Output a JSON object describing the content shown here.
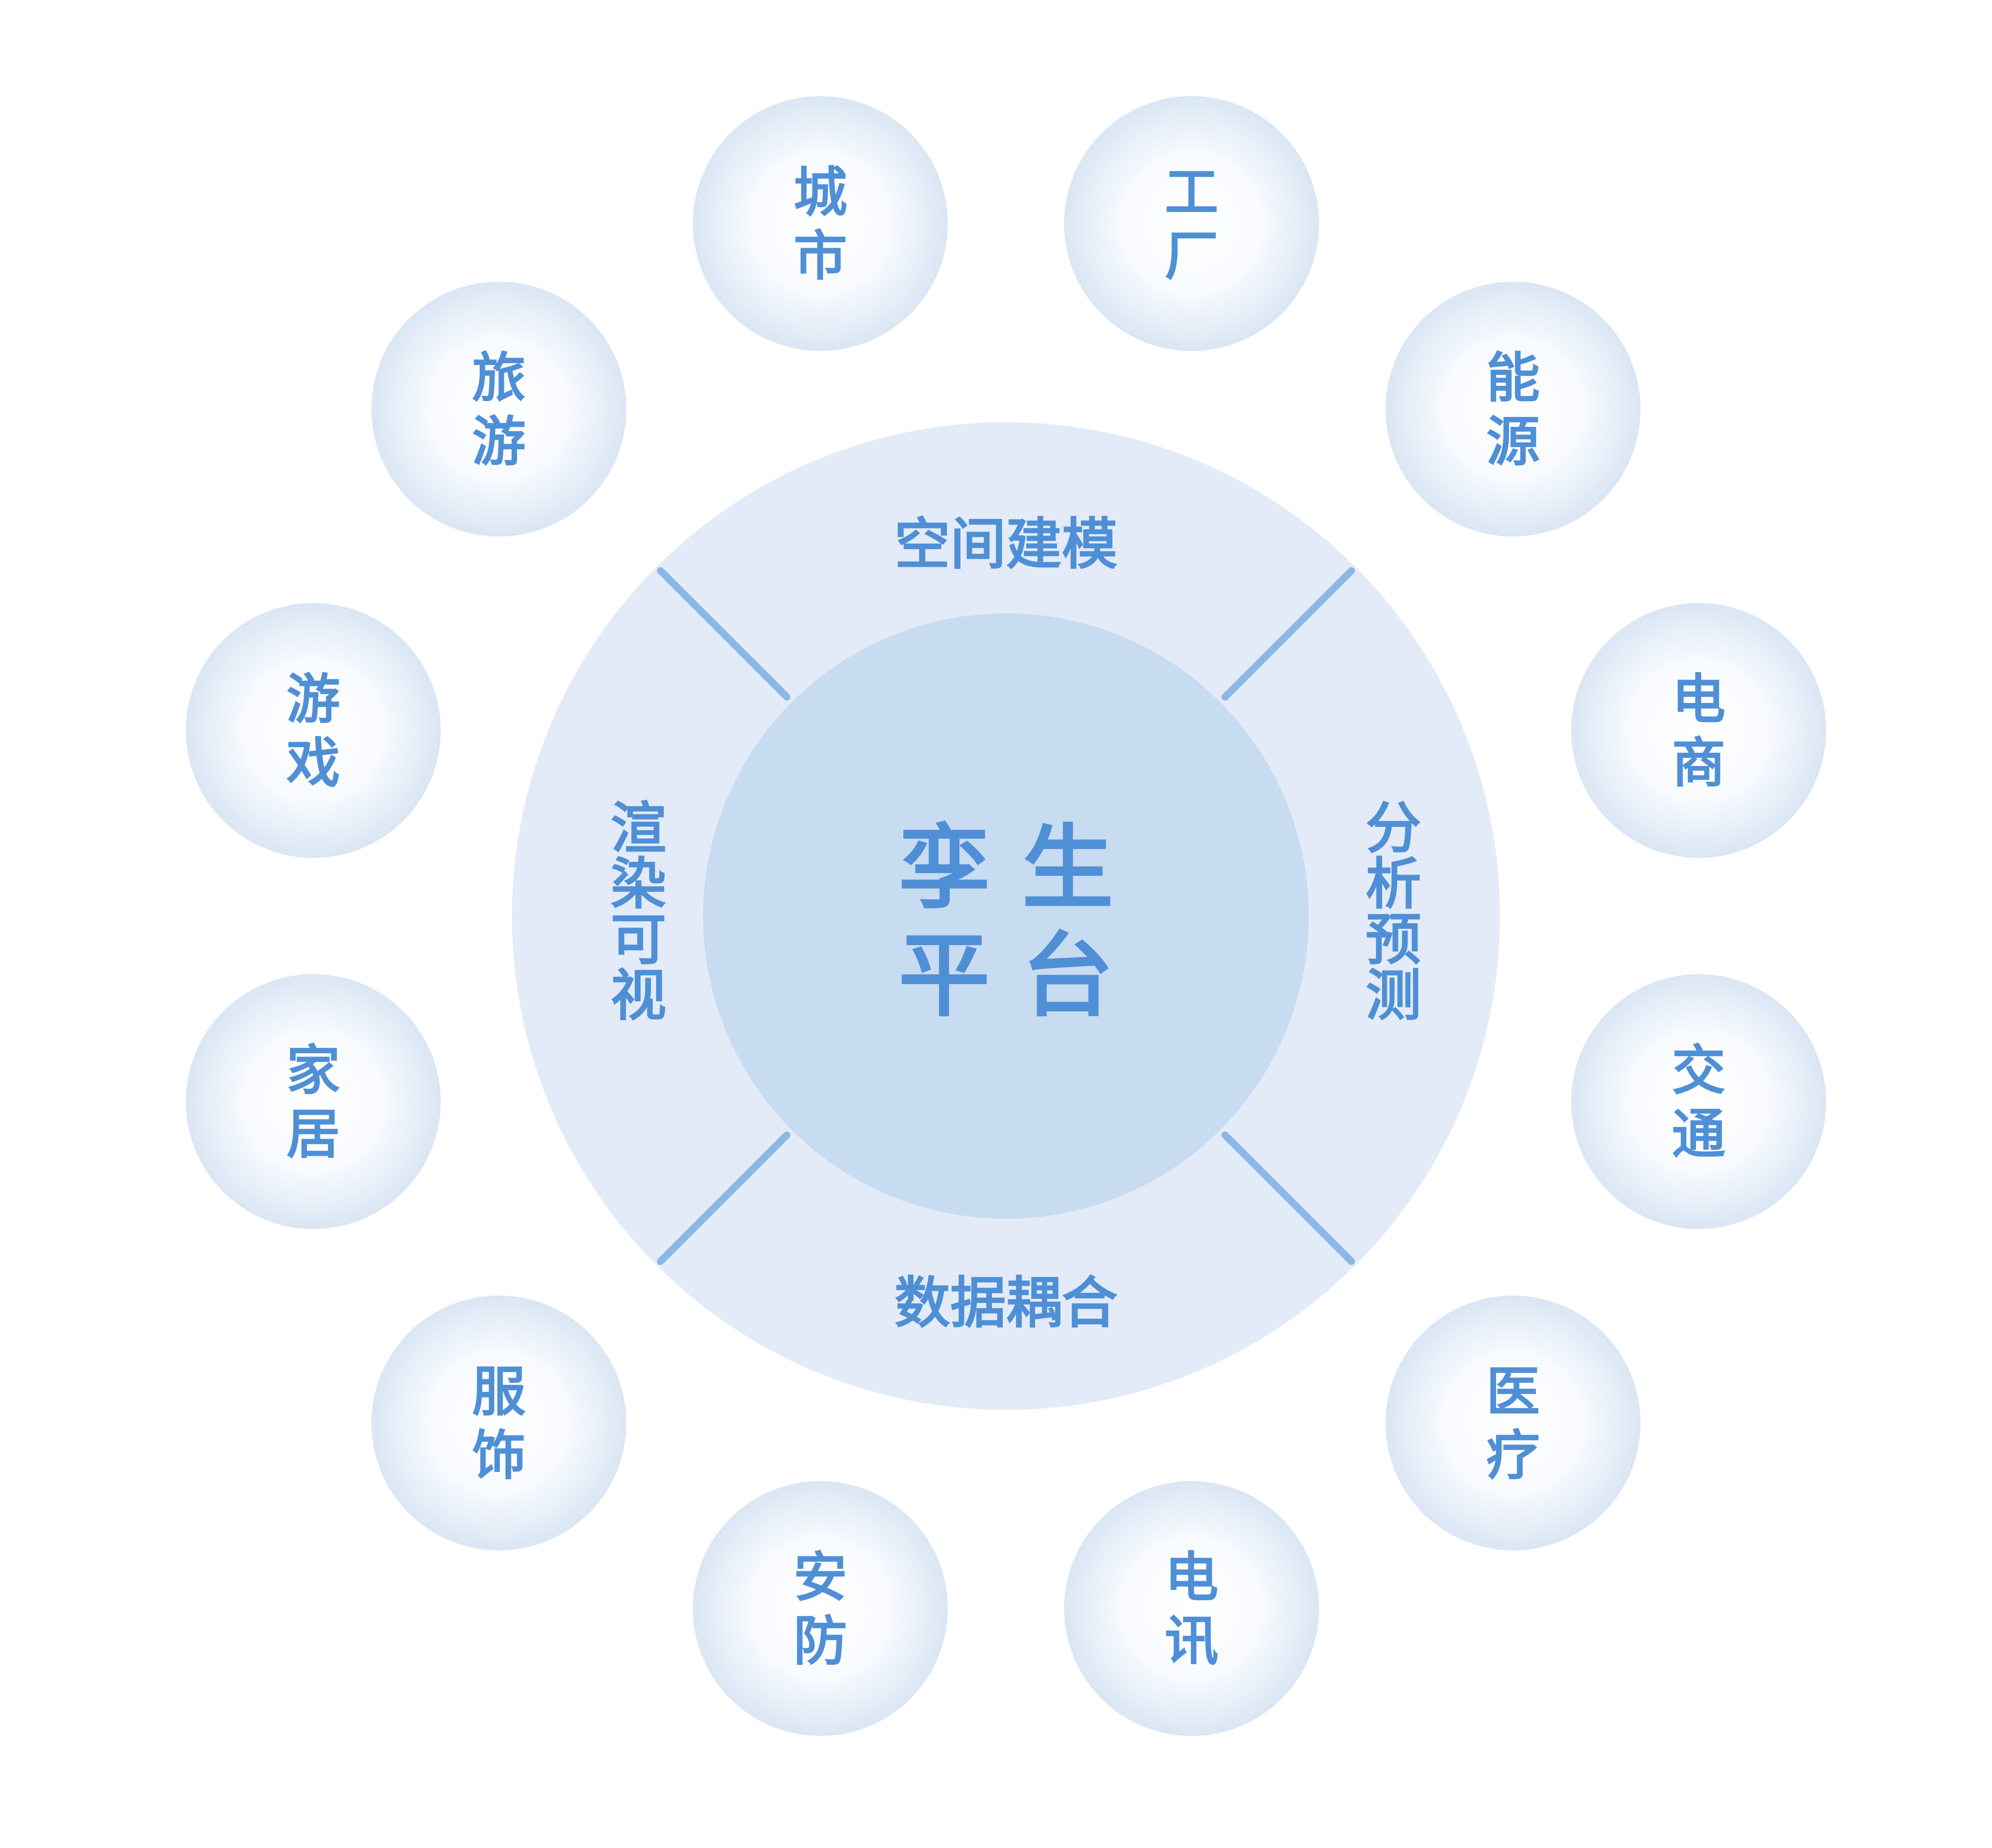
{
  "colors": {
    "background": "#ffffff",
    "ring_fill": "#e2ebf7",
    "core_fill": "#c7dbf1",
    "divider": "#8cb6e6",
    "text": "#4f8fd6",
    "bubble_edge": "#dae6f4",
    "bubble_center": "#ffffff"
  },
  "center": {
    "line1": "孪 生",
    "line2": "平 台"
  },
  "ring_segments": {
    "top": "空间建模",
    "right": "分析预测",
    "bottom": "数据耦合",
    "left": "渲染可视"
  },
  "industries": [
    "城市",
    "工厂",
    "能源",
    "电商",
    "交通",
    "医疗",
    "电讯",
    "安防",
    "服饰",
    "家居",
    "游戏",
    "旅游"
  ]
}
